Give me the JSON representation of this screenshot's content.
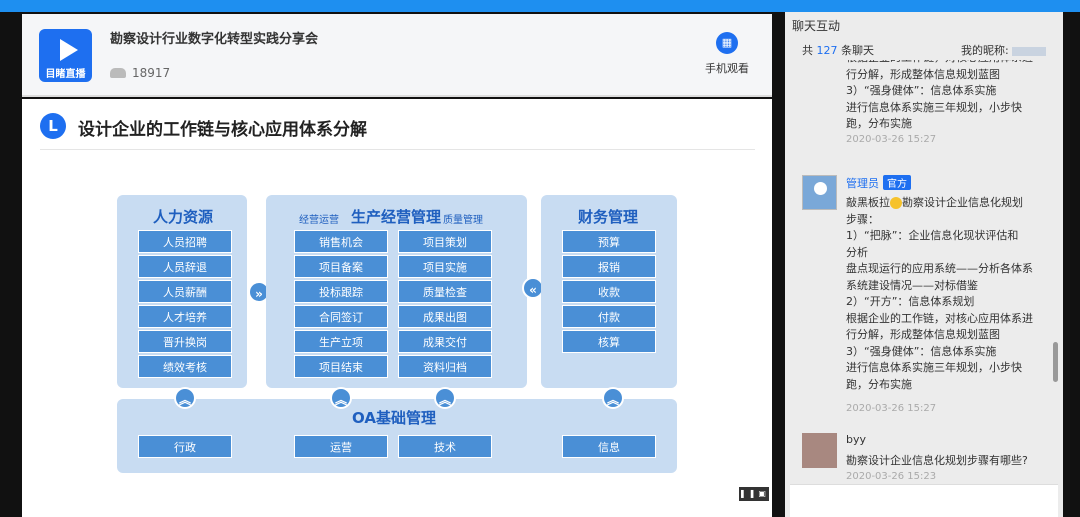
{
  "header": {
    "logo_text": "目睹直播",
    "title": "勘察设计行业数字化转型实践分享会",
    "views": "18917",
    "mobile_label": "手机观看"
  },
  "slide": {
    "icon_letter": "L",
    "title": "设计企业的工作链与核心应用体系分解",
    "hr": {
      "title": "人力资源",
      "items": [
        "人员招聘",
        "人员辞退",
        "人员薪酬",
        "人才培养",
        "晋升换岗",
        "绩效考核"
      ]
    },
    "production": {
      "title": "生产经营管理",
      "left_sub": "经营运营",
      "right_sub": "质量管理",
      "left_items": [
        "销售机会",
        "项目备案",
        "投标跟踪",
        "合同签订",
        "生产立项",
        "项目结束"
      ],
      "right_items": [
        "项目策划",
        "项目实施",
        "质量检查",
        "成果出图",
        "成果交付",
        "资料归档"
      ]
    },
    "finance": {
      "title": "财务管理",
      "items": [
        "预算",
        "报销",
        "收款",
        "付款",
        "核算"
      ]
    },
    "oa": {
      "title": "OA基础管理",
      "items": [
        "行政",
        "运营",
        "技术",
        "信息"
      ]
    },
    "arrow_right": "»",
    "arrow_left": "«",
    "arrow_up": "︽"
  },
  "chat": {
    "header": "聊天互动",
    "count_prefix": "共",
    "count": "127",
    "count_suffix": "条聊天",
    "nickname_label": "我的昵称:",
    "msg0_text": "根据企业的工作链，对核心应用体系进\n行分解，形成整体信息规划蓝图\n3）“强身健体”：信息体系实施\n进行信息体系实施三年规划，小步快\n跑，分布实施",
    "msg0_time": "2020-03-26 15:27",
    "admin_name": "管理员",
    "admin_tag": "官方",
    "admin_first": "敲黑板拉",
    "admin_text": "勘察设计企业信息化规划\n步骤：\n1）“把脉”：企业信息化现状评估和\n分析\n盘点现运行的应用系统——分析各体系\n系统建设情况——对标借鉴\n2）“开方”：信息体系规划\n根据企业的工作链，对核心应用体系进\n行分解，形成整体信息规划蓝图\n3）“强身健体”：信息体系实施\n进行信息体系实施三年规划，小步快\n跑，分布实施",
    "admin_time": "2020-03-26 15:27",
    "byy_name": "byy",
    "byy_text": "勘察设计企业信息化规划步骤有哪些?",
    "byy_time": "2020-03-26 15:23"
  }
}
